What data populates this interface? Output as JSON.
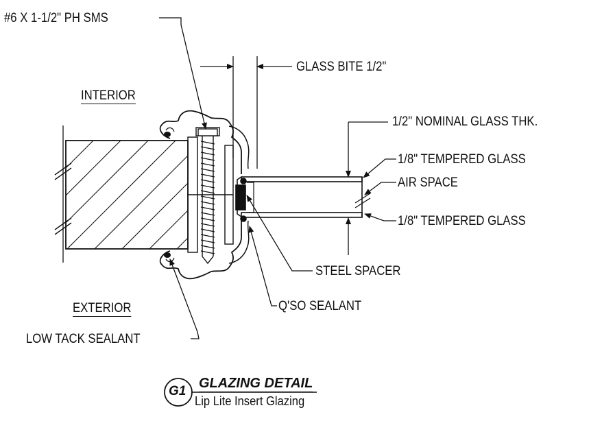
{
  "labels": {
    "screw": "#6 X 1-1/2\" PH SMS",
    "glass_bite": "GLASS BITE 1/2\"",
    "interior": "INTERIOR",
    "nominal_thk": "1/2\" NOMINAL GLASS THK.",
    "tempered_top": "1/8\" TEMPERED GLASS",
    "air_space": "AIR SPACE",
    "tempered_bottom": "1/8\" TEMPERED GLASS",
    "steel_spacer": "STEEL SPACER",
    "exterior": "EXTERIOR",
    "qso_sealant": "Q'SO SEALANT",
    "low_tack": "LOW TACK SEALANT"
  },
  "title_block": {
    "tag": "G1",
    "title": "GLAZING DETAIL",
    "subtitle": "Lip Lite Insert Glazing"
  },
  "colors": {
    "ink": "#111111",
    "paper": "#ffffff"
  }
}
